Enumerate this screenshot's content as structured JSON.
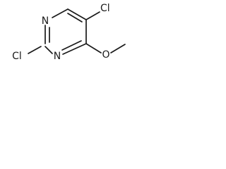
{
  "molecule": {
    "atoms": {
      "n_top": "N",
      "n_bottom": "N",
      "cl_right": "Cl",
      "cl_left": "Cl",
      "o_methoxy": "O"
    }
  }
}
